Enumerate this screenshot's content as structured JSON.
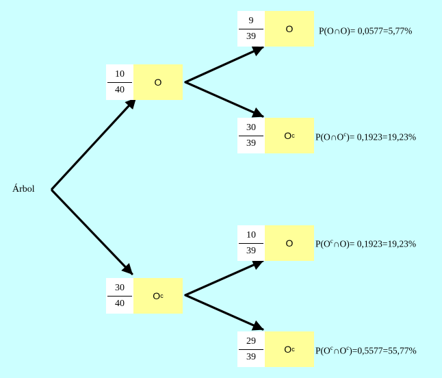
{
  "root": {
    "label": "Árbol"
  },
  "level1": [
    {
      "num": "10",
      "den": "40",
      "event": "O",
      "sup": ""
    },
    {
      "num": "30",
      "den": "40",
      "event": "O",
      "sup": "c"
    }
  ],
  "level2": [
    {
      "num": "9",
      "den": "39",
      "event": "O",
      "sup": "",
      "prob": {
        "pre": "P(O∩O)=",
        "sup1": "",
        "mid": "",
        "sup2": "",
        "post": "",
        "value": " 0,0577=5,77%"
      }
    },
    {
      "num": "30",
      "den": "39",
      "event": "O",
      "sup": "c",
      "prob": {
        "pre": "P(O∩O",
        "sup1": "c",
        "mid": ")=",
        "sup2": "",
        "post": "",
        "value": " 0,1923=19,23%"
      }
    },
    {
      "num": "10",
      "den": "39",
      "event": "O",
      "sup": "",
      "prob": {
        "pre": "P(O",
        "sup1": "c",
        "mid": "∩O)=",
        "sup2": "",
        "post": "",
        "value": " 0,1923=19,23%"
      }
    },
    {
      "num": "29",
      "den": "39",
      "event": "O",
      "sup": "c",
      "prob": {
        "pre": "P(O",
        "sup1": "c",
        "mid": "∩O",
        "sup2": "c",
        "post": ")=",
        "value": "0,5577=55,77%"
      }
    }
  ]
}
